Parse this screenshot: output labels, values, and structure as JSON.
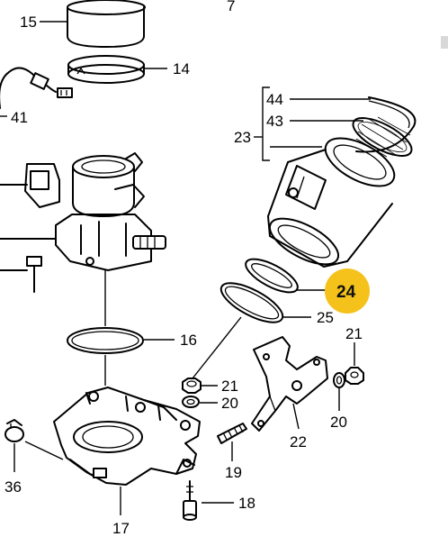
{
  "page_number": "7",
  "callouts": {
    "c15": "15",
    "c14": "14",
    "c41": "41",
    "c44": "44",
    "c43": "43",
    "c23": "23",
    "c24": "24",
    "c25": "25",
    "c16": "16",
    "c21a": "21",
    "c20a": "20",
    "c21b": "21",
    "c20b": "20",
    "c22": "22",
    "c36": "36",
    "c19": "19",
    "c18": "18",
    "c17": "17"
  },
  "highlight": {
    "label": "24",
    "color": "#f4c21b"
  }
}
